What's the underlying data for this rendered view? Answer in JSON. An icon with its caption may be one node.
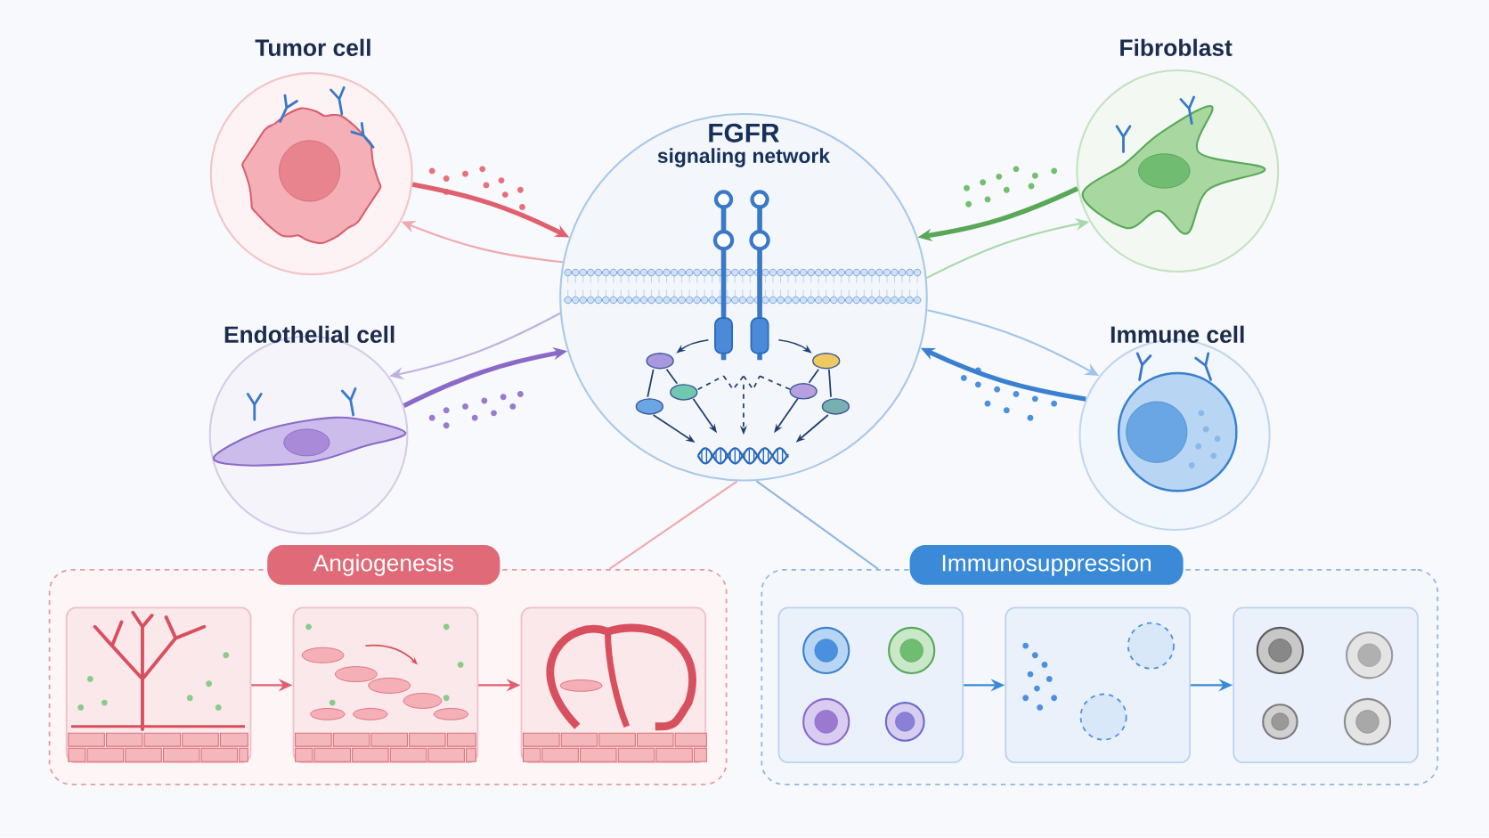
{
  "diagram": {
    "nodes": [
      {
        "text": [
          "FGFR",
          "signaling network"
        ]
      },
      {
        "text": [
          "Tumor cell"
        ]
      },
      {
        "text": [
          "Fibroblast"
        ]
      },
      {
        "text": [
          "Endothelial cell"
        ]
      },
      {
        "text": [
          "Immune cell"
        ]
      },
      {
        "text": [
          "Angiogenesis"
        ]
      },
      {
        "text": [],
        "shape": "picture",
        "in": 5
      },
      {
        "text": [],
        "shape": "picture",
        "in": 5
      },
      {
        "text": [],
        "shape": "picture",
        "in": 5
      },
      {
        "text": [
          "Immunosuppression"
        ]
      },
      {
        "text": [],
        "shape": "picture",
        "in": 9
      },
      {
        "text": [],
        "shape": "picture",
        "in": 9
      },
      {
        "text": [],
        "shape": "picture",
        "in": 9
      }
    ],
    "edges": [
      {
        "from": 1,
        "to": 0,
        "arrow": "to",
        "style": "thick",
        "color": "#e0606e"
      },
      {
        "from": 0,
        "to": 1,
        "arrow": "to",
        "color": "#f0a8b0"
      },
      {
        "from": 2,
        "to": 0,
        "arrow": "to",
        "style": "thick",
        "color": "#58a858"
      },
      {
        "from": 0,
        "to": 2,
        "arrow": "to",
        "color": "#a8d8a8"
      },
      {
        "from": 0,
        "to": 3,
        "arrow": "to",
        "color": "#c0b0e0"
      },
      {
        "from": 3,
        "to": 0,
        "arrow": "to",
        "style": "thick",
        "color": "#8a6ac8"
      },
      {
        "from": 0,
        "to": 4,
        "arrow": "to",
        "color": "#a0c4ea"
      },
      {
        "from": 4,
        "to": 0,
        "arrow": "to",
        "style": "thick",
        "color": "#3a80d0"
      },
      {
        "from": 0,
        "to": 5,
        "arrow": "none",
        "color": "#f0a8b0"
      },
      {
        "from": 0,
        "to": 9,
        "arrow": "none",
        "color": "#90b8e0"
      },
      {
        "from": 6,
        "to": 7,
        "arrow": "to",
        "color": "#e0606e"
      },
      {
        "from": 7,
        "to": 8,
        "arrow": "to",
        "color": "#e0606e"
      },
      {
        "from": 10,
        "to": 11,
        "arrow": "to",
        "color": "#3a8ad8"
      },
      {
        "from": 11,
        "to": 12,
        "arrow": "to",
        "color": "#3a8ad8"
      }
    ]
  }
}
